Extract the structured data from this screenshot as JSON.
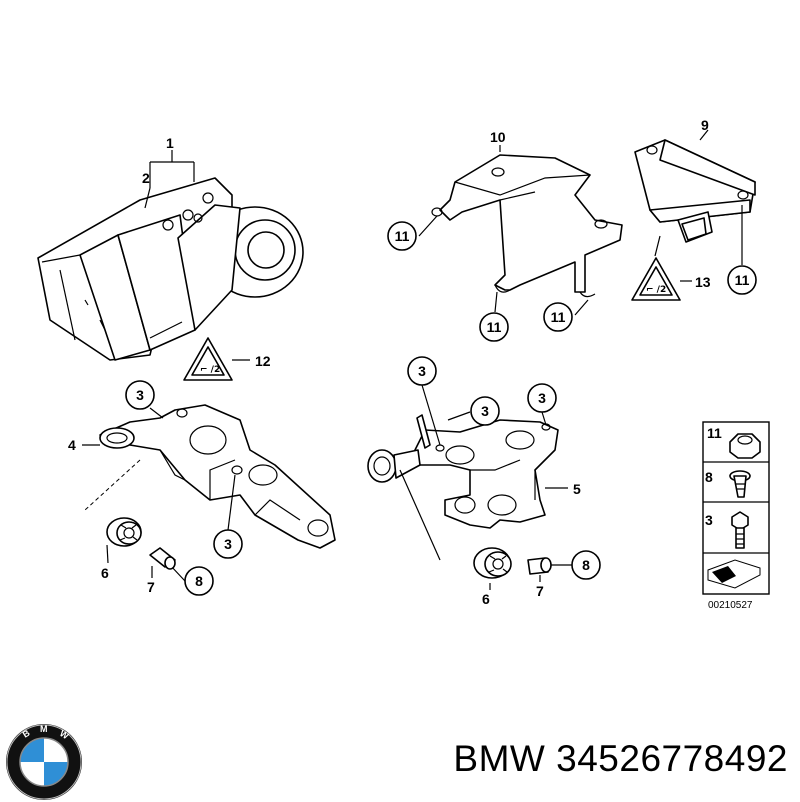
{
  "diagram": {
    "callouts": {
      "c1": "1",
      "c2": "2",
      "c3a": "3",
      "c3b": "3",
      "c3c": "3",
      "c3d": "3",
      "c3e": "3",
      "c4": "4",
      "c5": "5",
      "c6a": "6",
      "c6b": "6",
      "c7a": "7",
      "c7b": "7",
      "c8a": "8",
      "c8b": "8",
      "c9": "9",
      "c10": "10",
      "c11a": "11",
      "c11b": "11",
      "c11c": "11",
      "c11d": "11",
      "c12": "12",
      "c13": "13"
    },
    "legend": {
      "l11": "11",
      "l8": "8",
      "l3": "3"
    },
    "diagram_code": "00210527"
  },
  "footer": {
    "brand": "BMW",
    "part_number": "34526778492",
    "logo_letters": "BMW"
  },
  "colors": {
    "logo_blue": "#2f8fd6",
    "logo_ring": "#111111",
    "line": "#000000"
  }
}
